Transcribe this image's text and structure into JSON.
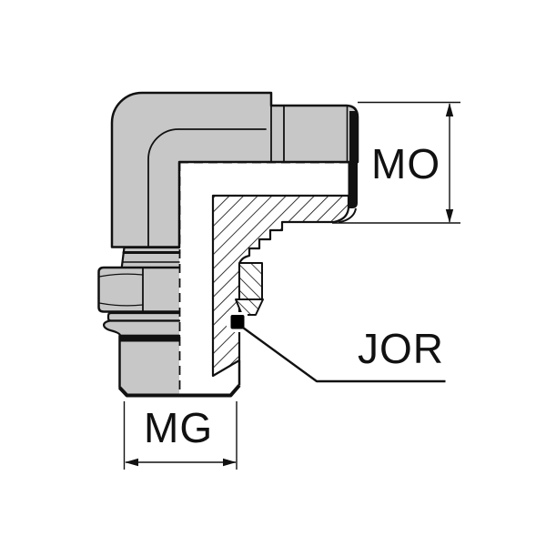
{
  "page": {
    "background": "#ffffff"
  },
  "diagram": {
    "annotations": {
      "mo": {
        "label": "MO",
        "type": "vertical-dimension"
      },
      "mg": {
        "label": "MG",
        "type": "horizontal-dimension"
      },
      "jor": {
        "label": "JOR",
        "type": "leader-callout"
      }
    },
    "colors": {
      "metal_gray": "#c7c7c7",
      "line_black": "#111111",
      "seal_black": "#000000",
      "background": "#ffffff"
    }
  }
}
